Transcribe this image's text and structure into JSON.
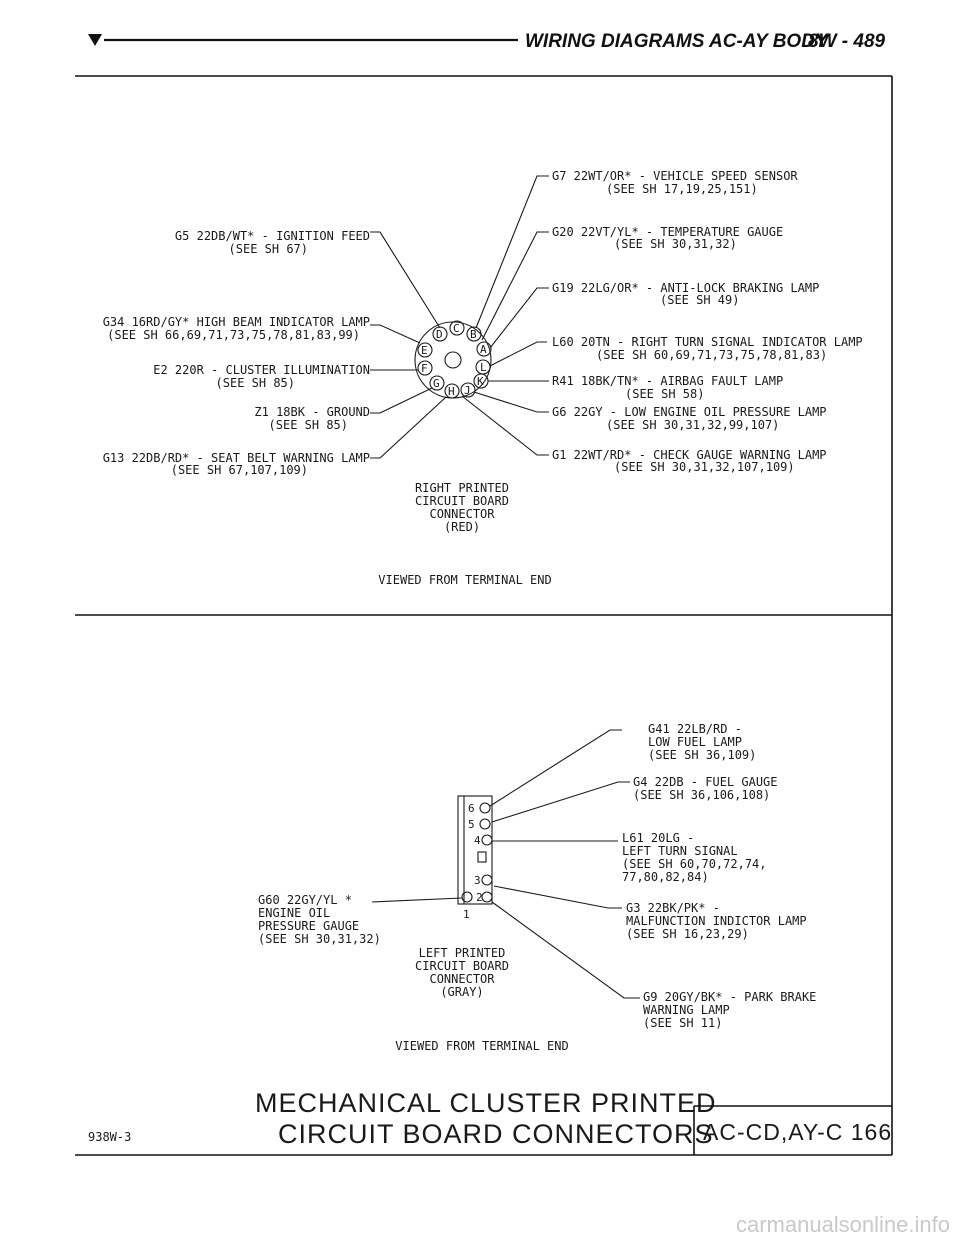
{
  "header": {
    "title": "WIRING DIAGRAMS AC-AY BODY",
    "page": "8W - 489"
  },
  "right_connector": {
    "pins": [
      "D",
      "C",
      "B",
      "A",
      "E",
      "F",
      "L",
      "G",
      "H",
      "J",
      "K"
    ],
    "caption": [
      "RIGHT PRINTED",
      "CIRCUIT BOARD",
      "CONNECTOR",
      "(RED)"
    ],
    "viewed": "VIEWED FROM TERMINAL END",
    "wires": [
      {
        "code": "G7 22WT/OR* - VEHICLE SPEED SENSOR",
        "ref": "(SEE SH 17,19,25,151)"
      },
      {
        "code": "G5 22DB/WT* - IGNITION FEED",
        "ref": "(SEE SH 67)"
      },
      {
        "code": "G20 22VT/YL* - TEMPERATURE GAUGE",
        "ref": "(SEE SH 30,31,32)"
      },
      {
        "code": "G19 22LG/OR* - ANTI-LOCK BRAKING LAMP",
        "ref": "(SEE SH 49)"
      },
      {
        "code": "G34 16RD/GY* HIGH BEAM INDICATOR LAMP",
        "ref": "(SEE SH 66,69,71,73,75,78,81,83,99)"
      },
      {
        "code": "L60 20TN - RIGHT TURN SIGNAL INDICATOR LAMP",
        "ref": "(SEE SH 60,69,71,73,75,78,81,83)"
      },
      {
        "code": "E2 220R - CLUSTER ILLUMINATION",
        "ref": "(SEE SH 85)"
      },
      {
        "code": "R41 18BK/TN* - AIRBAG FAULT LAMP",
        "ref": "(SEE SH 58)"
      },
      {
        "code": "Z1 18BK - GROUND",
        "ref": "(SEE SH 85)"
      },
      {
        "code": "G6 22GY - LOW ENGINE OIL PRESSURE LAMP",
        "ref": "(SEE SH 30,31,32,99,107)"
      },
      {
        "code": "G13 22DB/RD* - SEAT BELT WARNING LAMP",
        "ref": "(SEE SH 67,107,109)"
      },
      {
        "code": "G1 22WT/RD* - CHECK GAUGE WARNING LAMP",
        "ref": "(SEE SH 30,31,32,107,109)"
      }
    ]
  },
  "left_connector": {
    "pins": [
      "6",
      "5",
      "4",
      "3",
      "2",
      "1"
    ],
    "caption": [
      "LEFT PRINTED",
      "CIRCUIT BOARD",
      "CONNECTOR",
      "(GRAY)"
    ],
    "viewed": "VIEWED FROM TERMINAL END",
    "wires": [
      {
        "lines": [
          "G41 22LB/RD -",
          "LOW FUEL LAMP",
          "(SEE SH 36,109)"
        ]
      },
      {
        "lines": [
          "G4 22DB - FUEL GAUGE",
          "(SEE SH 36,106,108)"
        ]
      },
      {
        "lines": [
          "L61 20LG -",
          "LEFT TURN SIGNAL",
          "(SEE SH 60,70,72,74,",
          "77,80,82,84)"
        ]
      },
      {
        "lines": [
          "G60 22GY/YL *",
          "ENGINE OIL",
          "PRESSURE GAUGE",
          "(SEE SH 30,31,32)"
        ]
      },
      {
        "lines": [
          "G3 22BK/PK* -",
          "MALFUNCTION INDICTOR LAMP",
          "(SEE SH 16,23,29)"
        ]
      },
      {
        "lines": [
          "G9 20GY/BK* - PARK BRAKE",
          "WARNING LAMP",
          "(SEE SH 11)"
        ]
      }
    ]
  },
  "footer": {
    "fig_id": "938W-3",
    "title_line1": "MECHANICAL CLUSTER PRINTED",
    "title_line2": "CIRCUIT BOARD CONNECTORS",
    "sheet": "AC-CD,AY-C 166"
  },
  "watermark": "carmanualsonline.info"
}
